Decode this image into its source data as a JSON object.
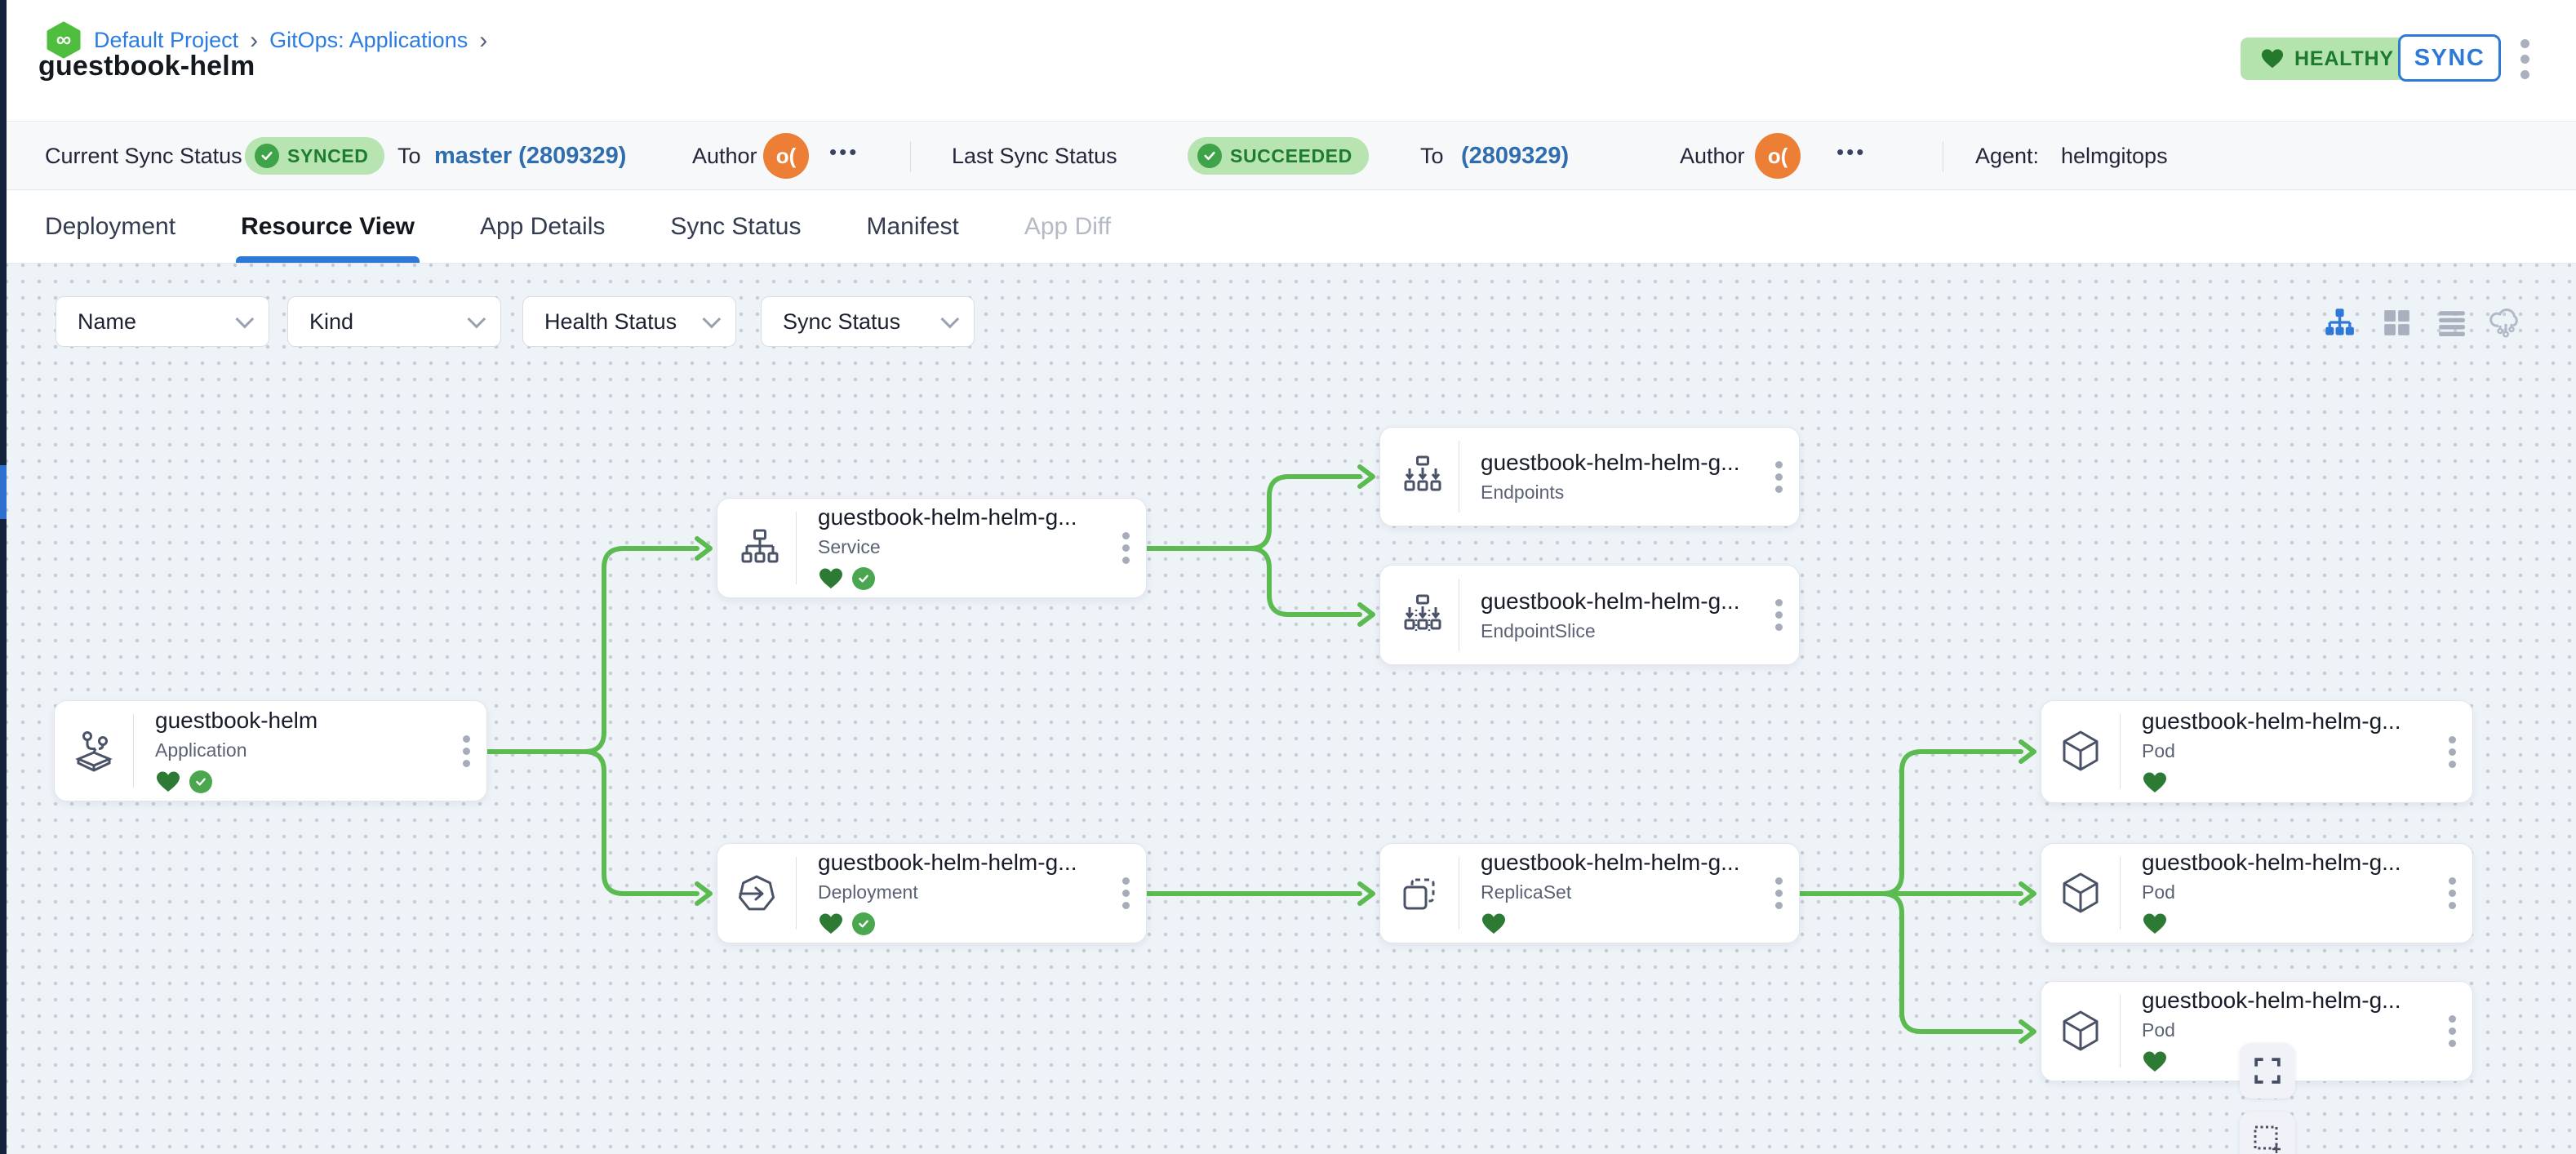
{
  "breadcrumb": {
    "logo_icon": "codefresh-logo",
    "items": [
      "Default Project",
      "GitOps: Applications"
    ],
    "separator": "›"
  },
  "page": {
    "title": "guestbook-helm"
  },
  "header": {
    "health_badge": "HEALTHY",
    "health_icon": "heart-icon",
    "sync_button": "SYNC",
    "more_icon": "kebab-menu-icon"
  },
  "status_bar": {
    "current": {
      "label": "Current Sync Status",
      "badge": "SYNCED",
      "to_label": "To",
      "revision": "master (2809329)",
      "author_label": "Author",
      "avatar_text": "o(",
      "more": "•••"
    },
    "last": {
      "label": "Last Sync Status",
      "badge": "SUCCEEDED",
      "to_label": "To",
      "revision": "(2809329)",
      "author_label": "Author",
      "avatar_text": "o(",
      "more": "•••"
    },
    "agent_label": "Agent:",
    "agent_value": "helmgitops"
  },
  "tabs": [
    {
      "label": "Deployment",
      "state": "normal"
    },
    {
      "label": "Resource View",
      "state": "active"
    },
    {
      "label": "App Details",
      "state": "normal"
    },
    {
      "label": "Sync Status",
      "state": "normal"
    },
    {
      "label": "Manifest",
      "state": "normal"
    },
    {
      "label": "App Diff",
      "state": "disabled"
    }
  ],
  "filters": [
    {
      "label": "Name"
    },
    {
      "label": "Kind"
    },
    {
      "label": "Health Status"
    },
    {
      "label": "Sync Status"
    }
  ],
  "view_toggles": [
    "tree-view-icon",
    "grid-view-icon",
    "list-view-icon",
    "cloud-view-icon"
  ],
  "canvas_controls": [
    "fullscreen-icon",
    "marquee-select-icon"
  ],
  "graph": {
    "nodes": [
      {
        "title": "guestbook-helm",
        "kind": "Application",
        "health": "healthy",
        "synced": true
      },
      {
        "title": "guestbook-helm-helm-g...",
        "kind": "Service",
        "health": "healthy",
        "synced": true
      },
      {
        "title": "guestbook-helm-helm-g...",
        "kind": "Endpoints",
        "health": null,
        "synced": false
      },
      {
        "title": "guestbook-helm-helm-g...",
        "kind": "EndpointSlice",
        "health": null,
        "synced": false
      },
      {
        "title": "guestbook-helm-helm-g...",
        "kind": "Deployment",
        "health": "healthy",
        "synced": true
      },
      {
        "title": "guestbook-helm-helm-g...",
        "kind": "ReplicaSet",
        "health": "healthy",
        "synced": false
      },
      {
        "title": "guestbook-helm-helm-g...",
        "kind": "Pod",
        "health": "healthy",
        "synced": false
      },
      {
        "title": "guestbook-helm-helm-g...",
        "kind": "Pod",
        "health": "healthy",
        "synced": false
      },
      {
        "title": "guestbook-helm-helm-g...",
        "kind": "Pod",
        "health": "healthy",
        "synced": false
      }
    ]
  },
  "colors": {
    "accent_blue": "#2e79d8",
    "revision_blue": "#2f6daf",
    "edge_green": "#5bbb51",
    "badge_green_bg": "#b7e4b0",
    "badge_green_text": "#1d7c2f",
    "heart_green": "#2c7a33",
    "check_green": "#4aa64f",
    "avatar_orange": "#ec7f35",
    "canvas_bg": "#eef3f8",
    "rail_navy": "#13233c"
  }
}
